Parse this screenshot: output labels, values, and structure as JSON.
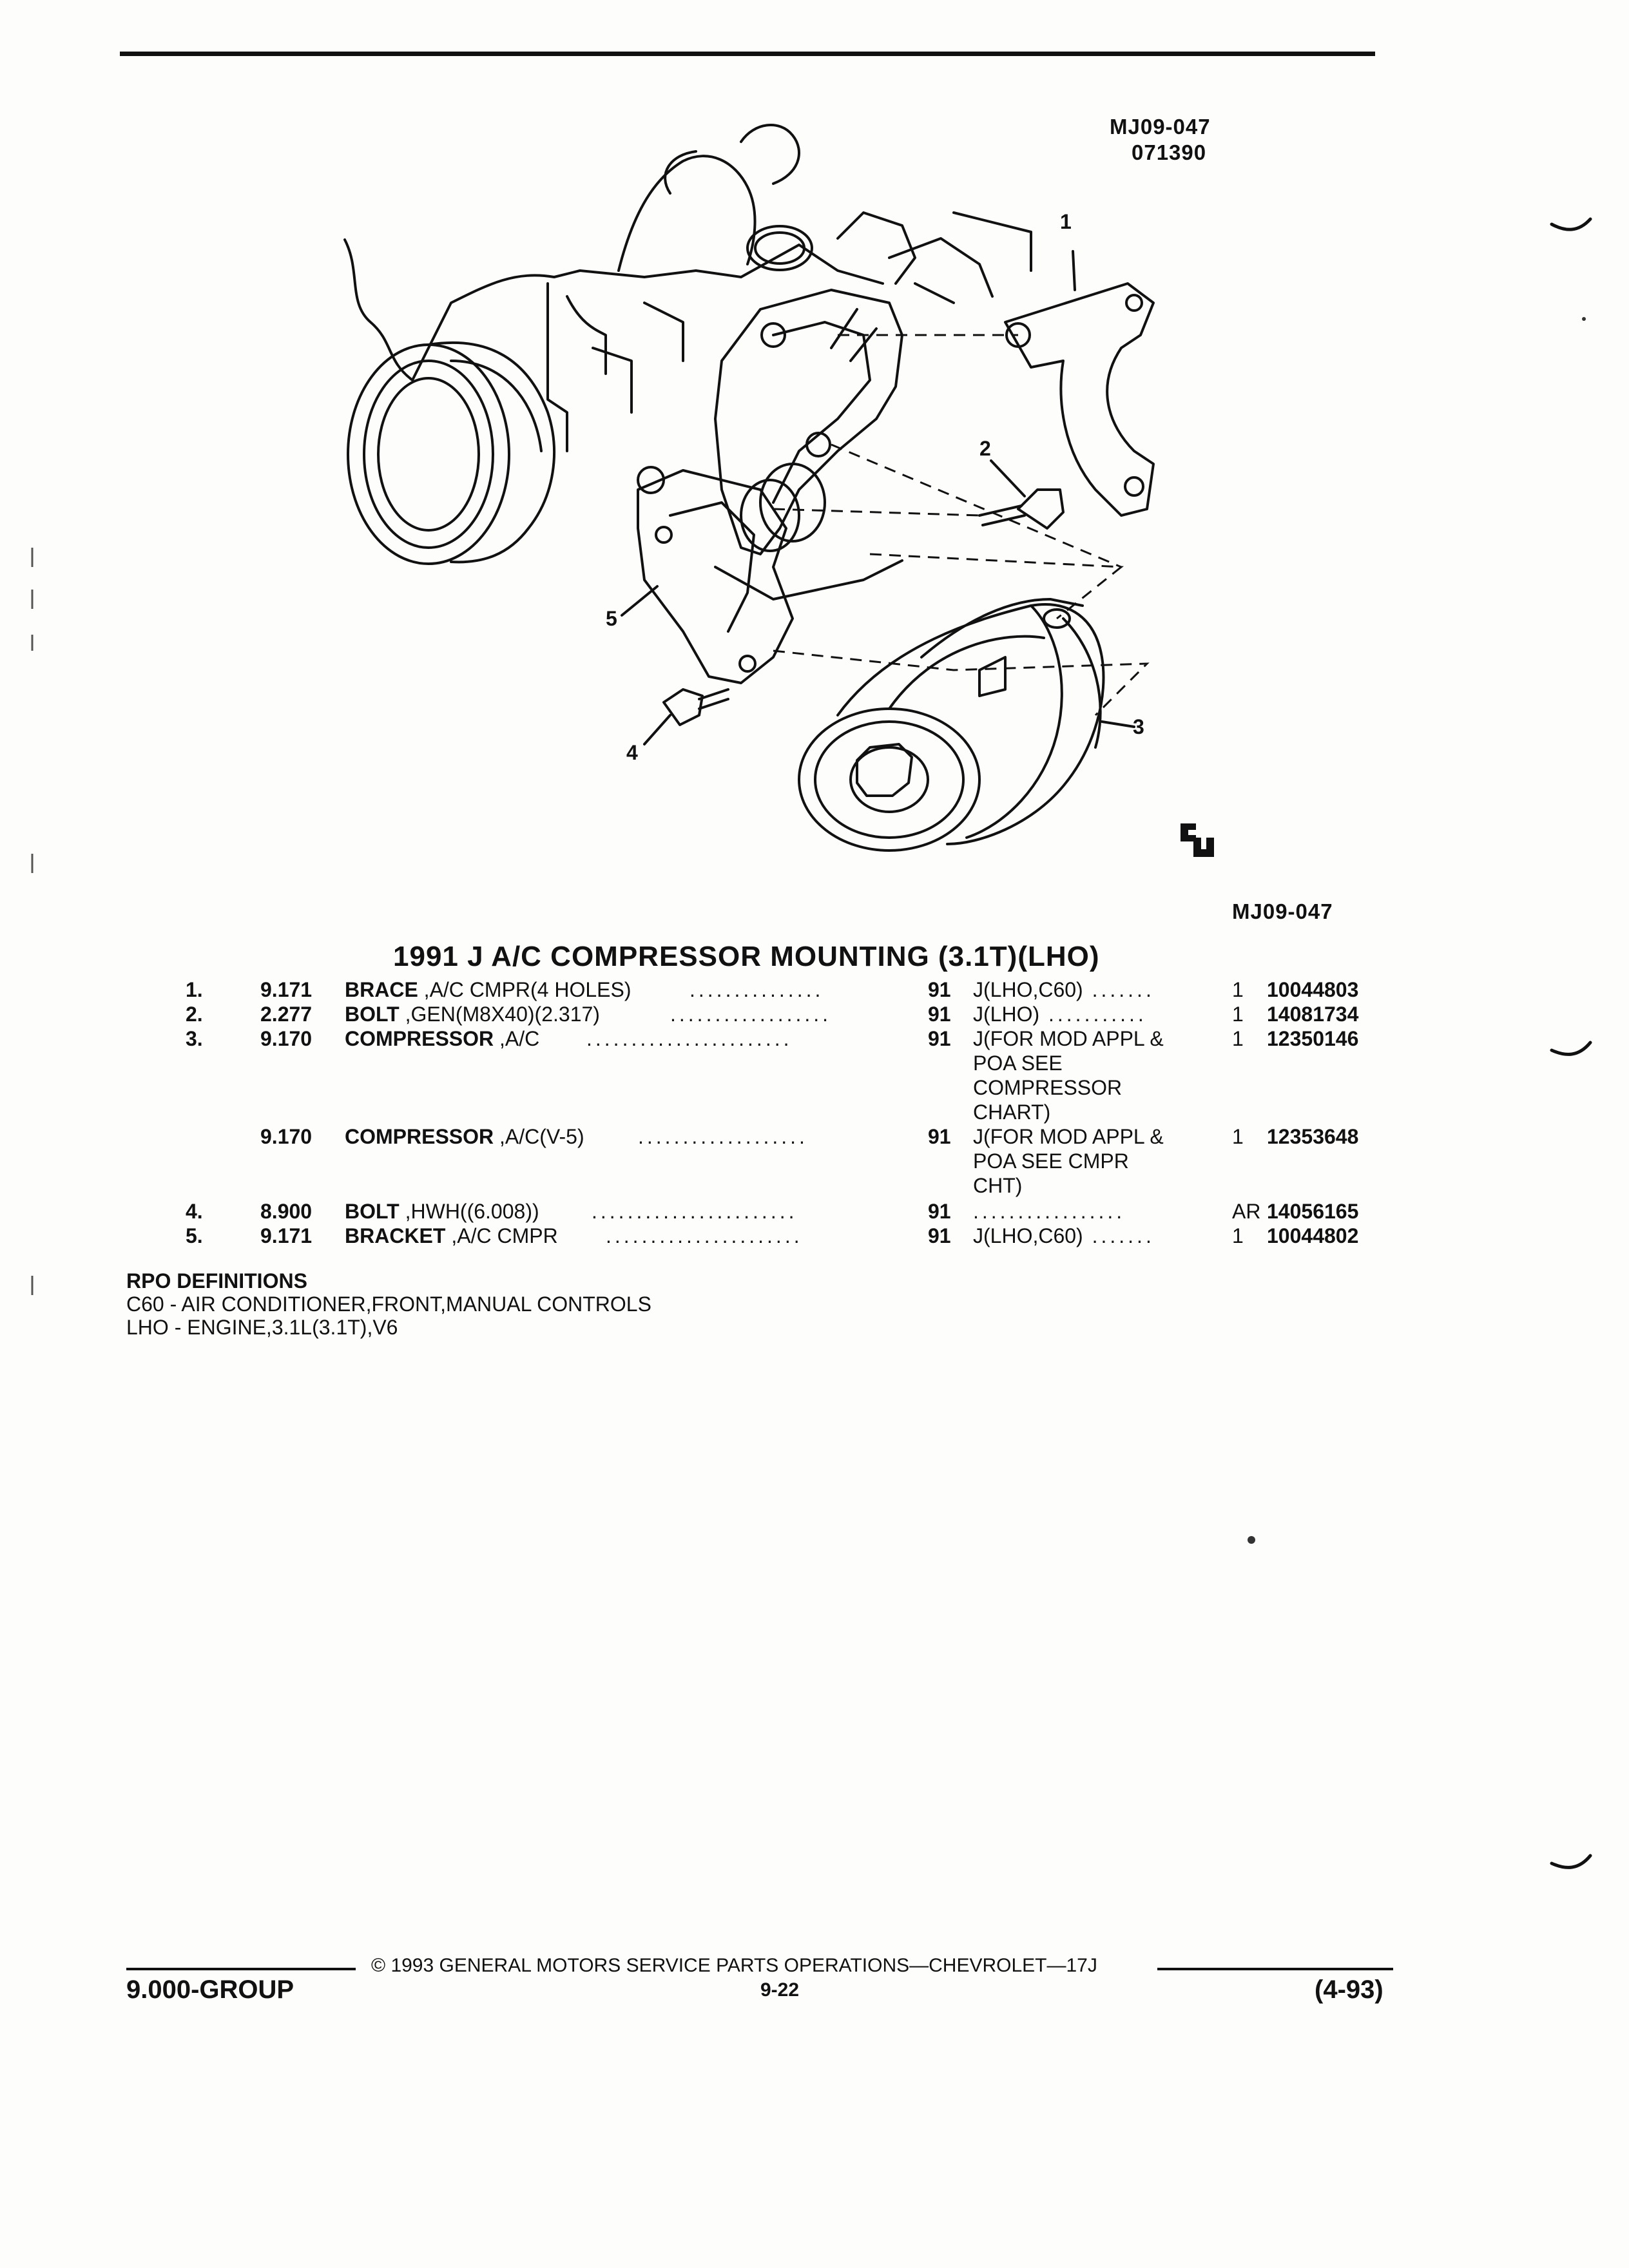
{
  "figure": {
    "ref_code": "MJ09-047",
    "date_code": "071390",
    "callouts": [
      "1",
      "2",
      "3",
      "4",
      "5"
    ],
    "caption": "MJ09-047"
  },
  "section_title": "1991 J A/C COMPRESSOR MOUNTING (3.1T)(LHO)",
  "parts": [
    {
      "no": "1.",
      "group": "9.171",
      "name": "BRACE",
      "desc": " ,A/C CMPR(4 HOLES)",
      "year": "91",
      "usage": "J(LHO,C60)",
      "usage_dots": true,
      "qty": "1",
      "part_no": "10044803",
      "usage_cont": []
    },
    {
      "no": "2.",
      "group": "2.277",
      "name": "BOLT",
      "desc": " ,GEN(M8X40)(2.317)",
      "year": "91",
      "usage": "J(LHO)",
      "usage_dots": true,
      "qty": "1",
      "part_no": "14081734",
      "usage_cont": []
    },
    {
      "no": "3.",
      "group": "9.170",
      "name": "COMPRESSOR",
      "desc": " ,A/C",
      "year": "91",
      "usage": "J(FOR MOD APPL &",
      "usage_dots": false,
      "qty": "1",
      "part_no": "12350146",
      "usage_cont": [
        "POA SEE",
        "COMPRESSOR",
        "CHART)"
      ]
    },
    {
      "no": "",
      "group": "9.170",
      "name": "COMPRESSOR",
      "desc": " ,A/C(V-5)",
      "year": "91",
      "usage": "J(FOR MOD APPL &",
      "usage_dots": false,
      "qty": "1",
      "part_no": "12353648",
      "usage_cont": [
        "POA SEE CMPR",
        "CHT)"
      ]
    },
    {
      "no": "4.",
      "group": "8.900",
      "name": "BOLT",
      "desc": " ,HWH((6.008))",
      "year": "91",
      "usage": "",
      "usage_dots": true,
      "qty": "AR",
      "part_no": "14056165",
      "usage_cont": []
    },
    {
      "no": "5.",
      "group": "9.171",
      "name": "BRACKET",
      "desc": " ,A/C CMPR",
      "year": "91",
      "usage": "J(LHO,C60)",
      "usage_dots": true,
      "qty": "1",
      "part_no": "10044802",
      "usage_cont": []
    }
  ],
  "rpo": {
    "heading": "RPO DEFINITIONS",
    "lines": [
      "C60 - AIR CONDITIONER,FRONT,MANUAL CONTROLS",
      "LHO - ENGINE,3.1L(3.1T),V6"
    ]
  },
  "footer": {
    "copyright": "© 1993 GENERAL MOTORS SERVICE PARTS OPERATIONS—CHEVROLET—17J",
    "group": "9.000-GROUP",
    "page": "9-22",
    "edition": "(4-93)"
  }
}
